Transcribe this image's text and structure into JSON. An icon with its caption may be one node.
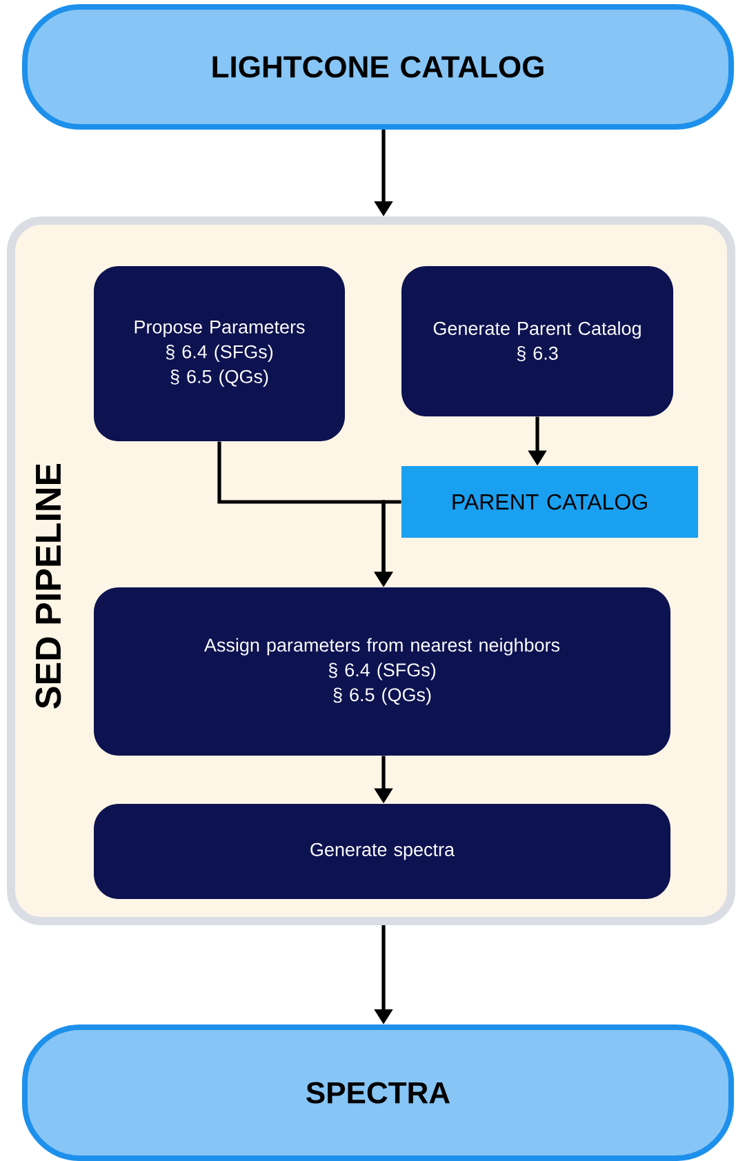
{
  "diagram": {
    "nodes": [
      {
        "text": [
          "LIGHTCONE CATALOG"
        ]
      },
      {
        "text": [
          "SED PIPELINE"
        ]
      },
      {
        "text": [
          "Propose Parameters",
          "§ 6.4 (SFGs)",
          "§ 6.5 (QGs)"
        ],
        "in": 1
      },
      {
        "text": [
          "Generate Parent Catalog",
          "§ 6.3"
        ],
        "in": 1
      },
      {
        "text": [
          "PARENT CATALOG"
        ],
        "in": 1
      },
      {
        "text": [
          "Assign parameters from nearest neighbors",
          "§ 6.4 (SFGs)",
          "§ 6.5 (QGs)"
        ],
        "in": 1
      },
      {
        "text": [
          "Generate spectra"
        ],
        "in": 1
      },
      {
        "text": [
          "SPECTRA"
        ]
      }
    ],
    "edges": [
      {
        "from": 0,
        "to": 1,
        "arrow": "to"
      },
      {
        "from": 3,
        "to": 4,
        "arrow": "to"
      },
      {
        "from": 2,
        "to": 5,
        "arrow": "to"
      },
      {
        "from": 4,
        "to": 5,
        "arrow": "to"
      },
      {
        "from": 5,
        "to": 6,
        "arrow": "to"
      },
      {
        "from": 1,
        "to": 7,
        "arrow": "to"
      }
    ]
  }
}
